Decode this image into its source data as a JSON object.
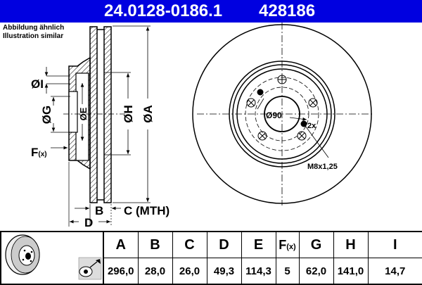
{
  "header": {
    "part_number": "24.0128-0186.1",
    "article_number": "428186",
    "background_color": "#0000e0"
  },
  "note": {
    "line1": "Abbildung ähnlich",
    "line2": "Illustration similar"
  },
  "side_view_labels": {
    "dia_i": "ØI",
    "dia_g": "ØG",
    "dia_e": "ØE",
    "dia_h": "ØH",
    "dia_a": "ØA",
    "f": "F",
    "f_sub": "(x)",
    "b": "B",
    "c": "C (MTH)",
    "d": "D"
  },
  "front_view_labels": {
    "pcd": "Ø90",
    "count": "2x",
    "thread": "M8x1,25"
  },
  "table": {
    "headers": [
      "A",
      "B",
      "C",
      "D",
      "E",
      "F",
      "G",
      "H",
      "I"
    ],
    "f_sub": "(x)",
    "values": [
      "296,0",
      "28,0",
      "26,0",
      "49,3",
      "114,3",
      "5",
      "62,0",
      "141,0",
      "14,7"
    ]
  },
  "icons": [
    "brake-disc-illustration",
    "spray-cleaning-icon"
  ]
}
